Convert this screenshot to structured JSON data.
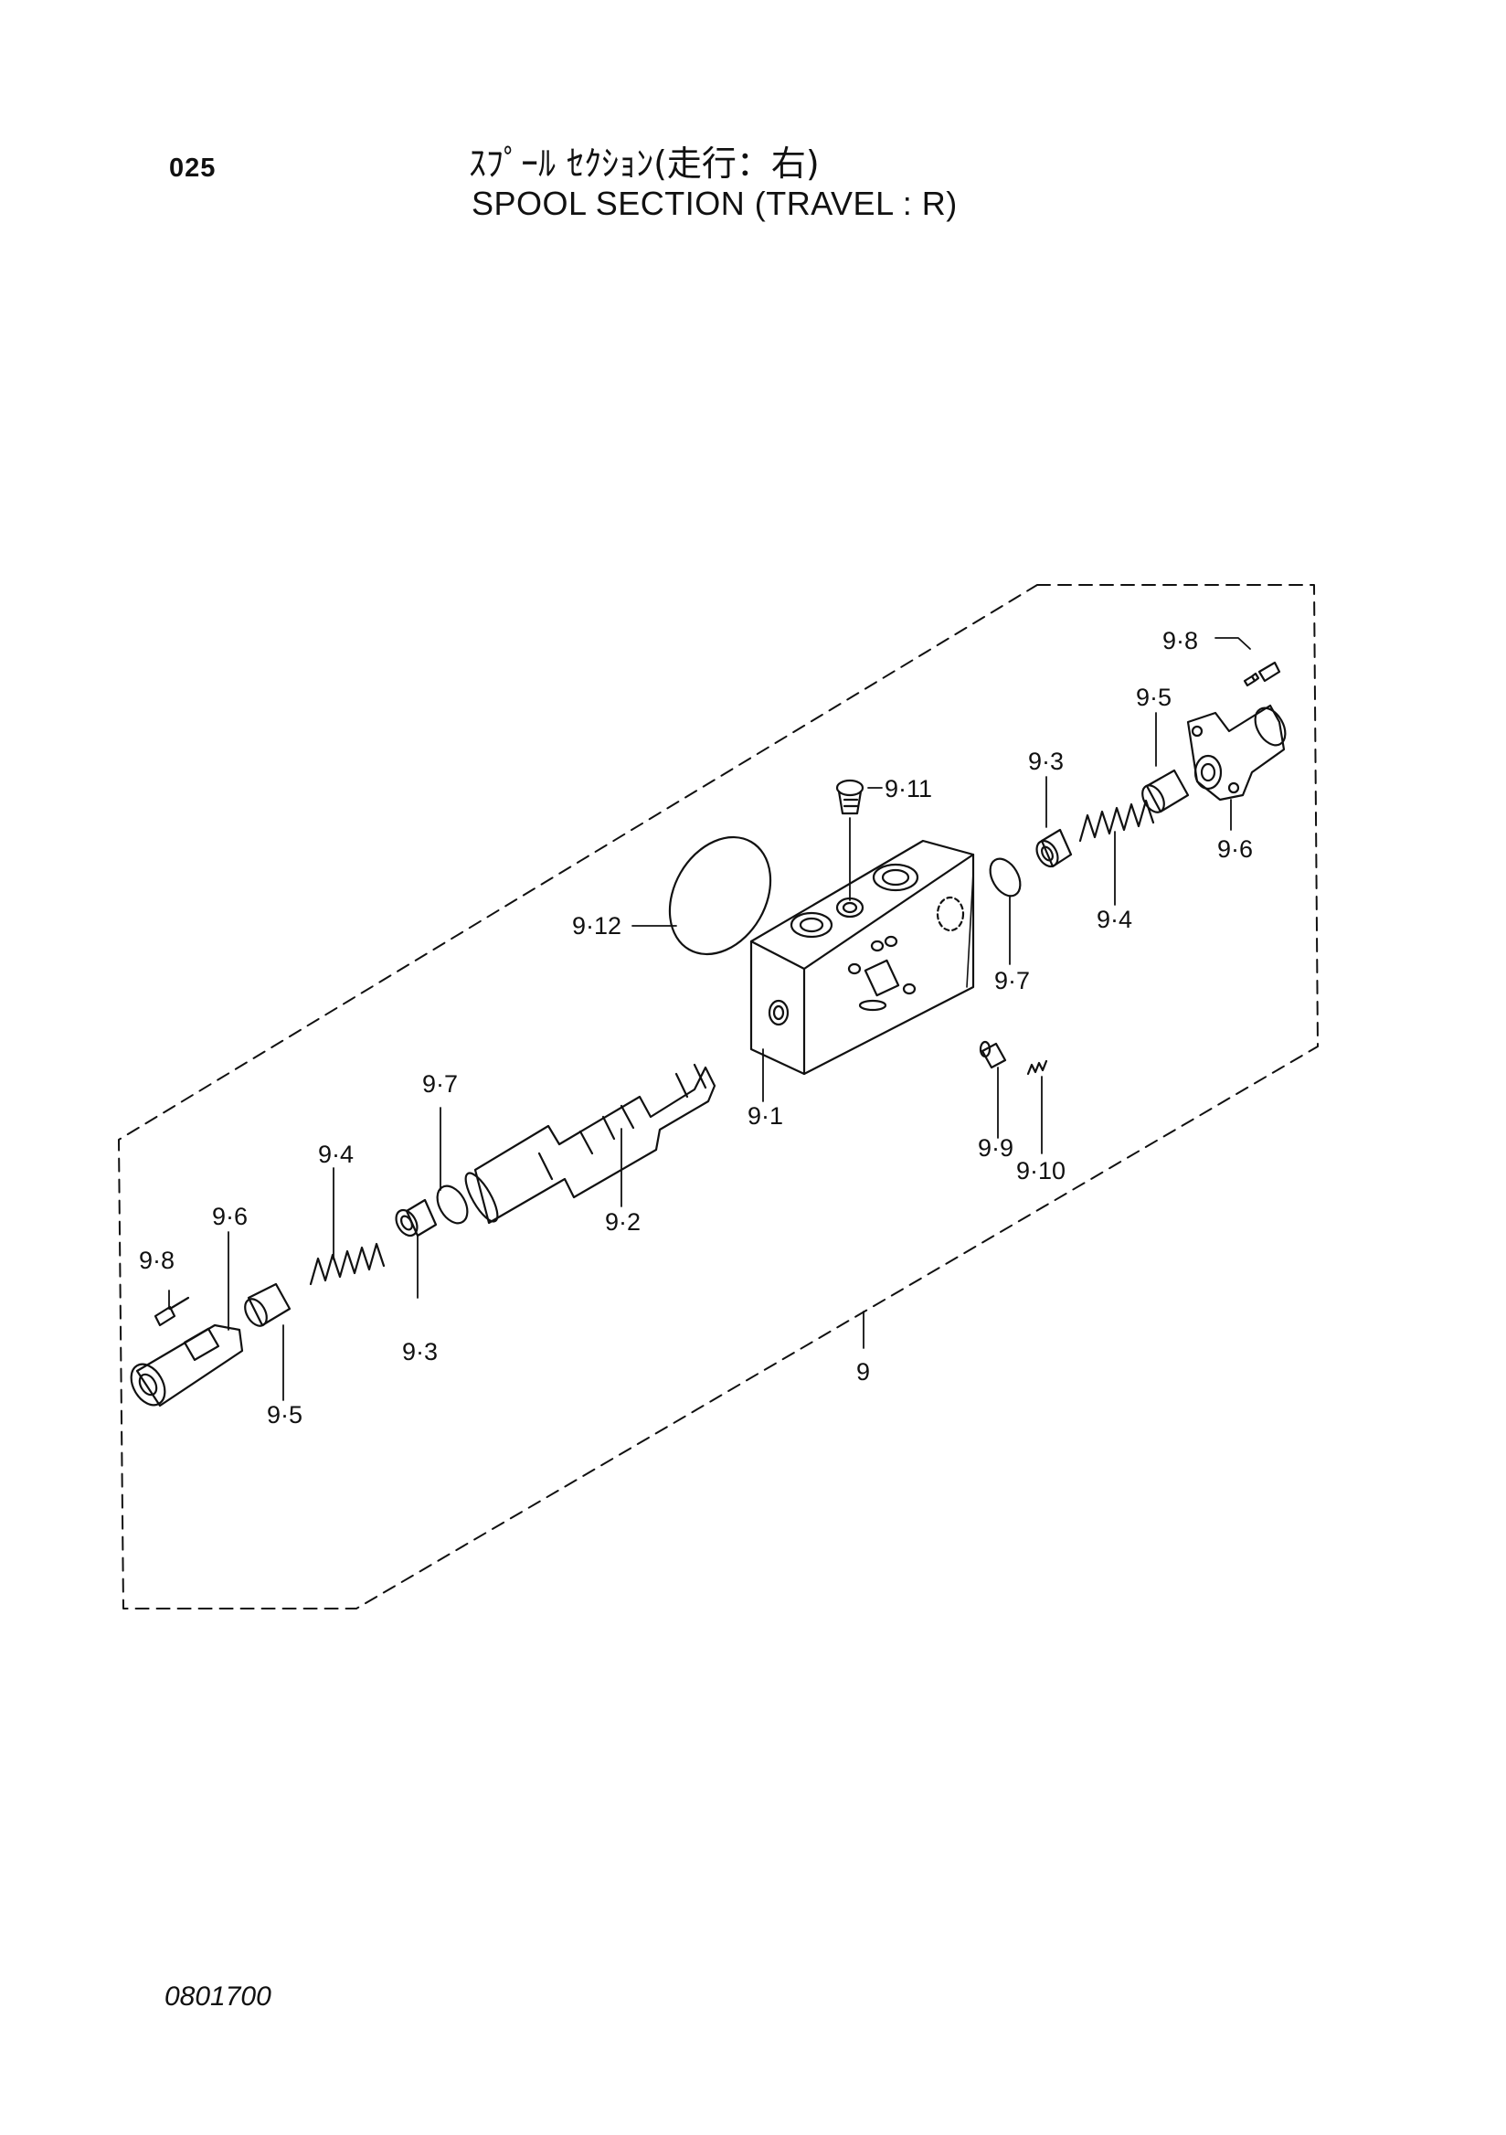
{
  "header": {
    "page_number": "025",
    "title_jp": "ｽﾌﾟｰﾙ ｾｸｼｮﾝ(走行：右)",
    "title_en": "SPOOL SECTION (TRAVEL : R)"
  },
  "footer": {
    "document_code": "0801700"
  },
  "callouts": {
    "c9": "9",
    "c9_1": "9·1",
    "c9_2": "9·2",
    "c9_3_top": "9·3",
    "c9_3_bottom": "9·3",
    "c9_4_top": "9·4",
    "c9_4_bottom": "9·4",
    "c9_5_top": "9·5",
    "c9_5_bottom": "9·5",
    "c9_6_top": "9·6",
    "c9_6_bottom": "9·6",
    "c9_7_right": "9·7",
    "c9_7_left": "9·7",
    "c9_8_top": "9·8",
    "c9_8_bottom": "9·8",
    "c9_9": "9·9",
    "c9_10": "9·10",
    "c9_11": "9·11",
    "c9_12": "9·12"
  }
}
